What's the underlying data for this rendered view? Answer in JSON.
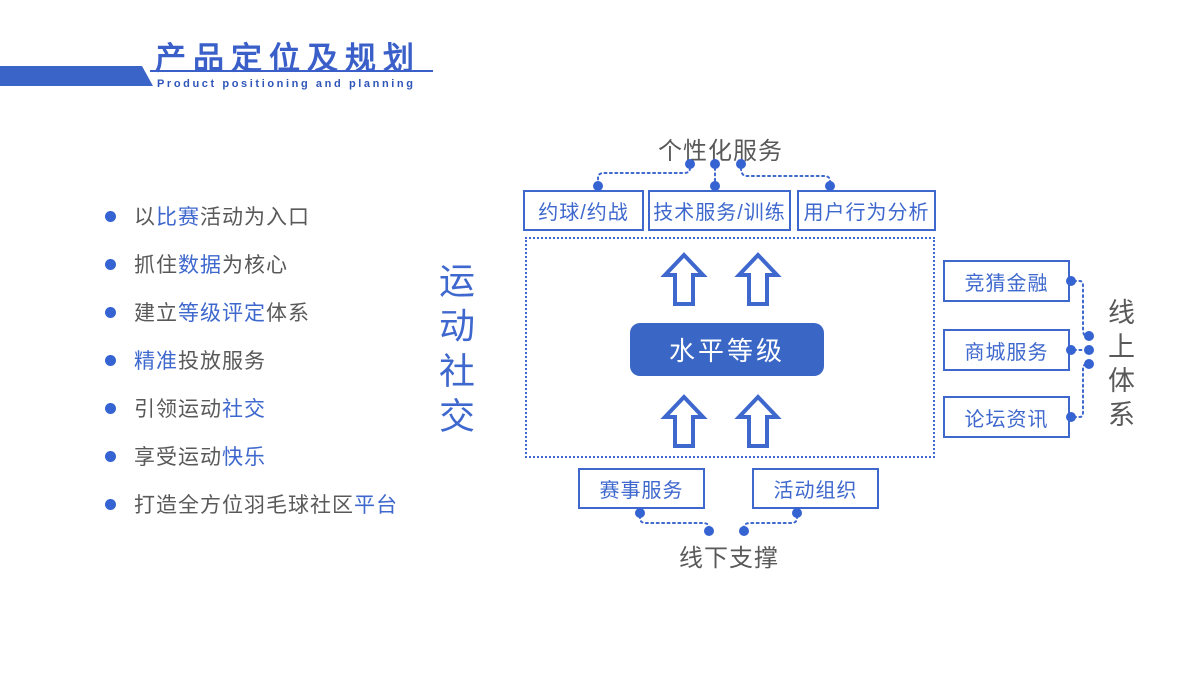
{
  "colors": {
    "title_blue": "#3A5FC9",
    "shape_blue": "#3E68CD",
    "bullet_dot_blue": "#3563D2",
    "center_button_fill": "#3A66C6",
    "center_button_text": "#FFFFFF",
    "text_gray": "#595959",
    "background": "#FFFFFF"
  },
  "header": {
    "title": "产品定位及规划",
    "subtitle": "Product positioning and planning"
  },
  "bullets": [
    {
      "segments": [
        {
          "text": "以",
          "c": "gray"
        },
        {
          "text": "比赛",
          "c": "blue"
        },
        {
          "text": "活动为入口",
          "c": "gray"
        }
      ]
    },
    {
      "segments": [
        {
          "text": "抓住",
          "c": "gray"
        },
        {
          "text": "数据",
          "c": "blue"
        },
        {
          "text": "为核心",
          "c": "gray"
        }
      ]
    },
    {
      "segments": [
        {
          "text": "建立",
          "c": "gray"
        },
        {
          "text": "等级评定",
          "c": "blue"
        },
        {
          "text": "体系",
          "c": "gray"
        }
      ]
    },
    {
      "segments": [
        {
          "text": "精准",
          "c": "blue"
        },
        {
          "text": "投放服务",
          "c": "gray"
        }
      ]
    },
    {
      "segments": [
        {
          "text": "引领运动",
          "c": "gray"
        },
        {
          "text": "社交",
          "c": "blue"
        }
      ]
    },
    {
      "segments": [
        {
          "text": "享受运动",
          "c": "gray"
        },
        {
          "text": "快乐",
          "c": "blue"
        }
      ]
    },
    {
      "segments": [
        {
          "text": "打造全方位羽毛球社区",
          "c": "gray"
        },
        {
          "text": "平台",
          "c": "blue"
        }
      ]
    }
  ],
  "left_vertical_label": "运动社交",
  "diagram": {
    "top_label": "个性化服务",
    "top_boxes": [
      "约球/约战",
      "技术服务/训练",
      "用户行为分析"
    ],
    "center_label": "水平等级",
    "right_boxes": [
      "竞猜金融",
      "商城服务",
      "论坛资讯"
    ],
    "right_vertical_label": "线上体系",
    "bottom_boxes": [
      "赛事服务",
      "活动组织"
    ],
    "bottom_label": "线下支撑"
  }
}
